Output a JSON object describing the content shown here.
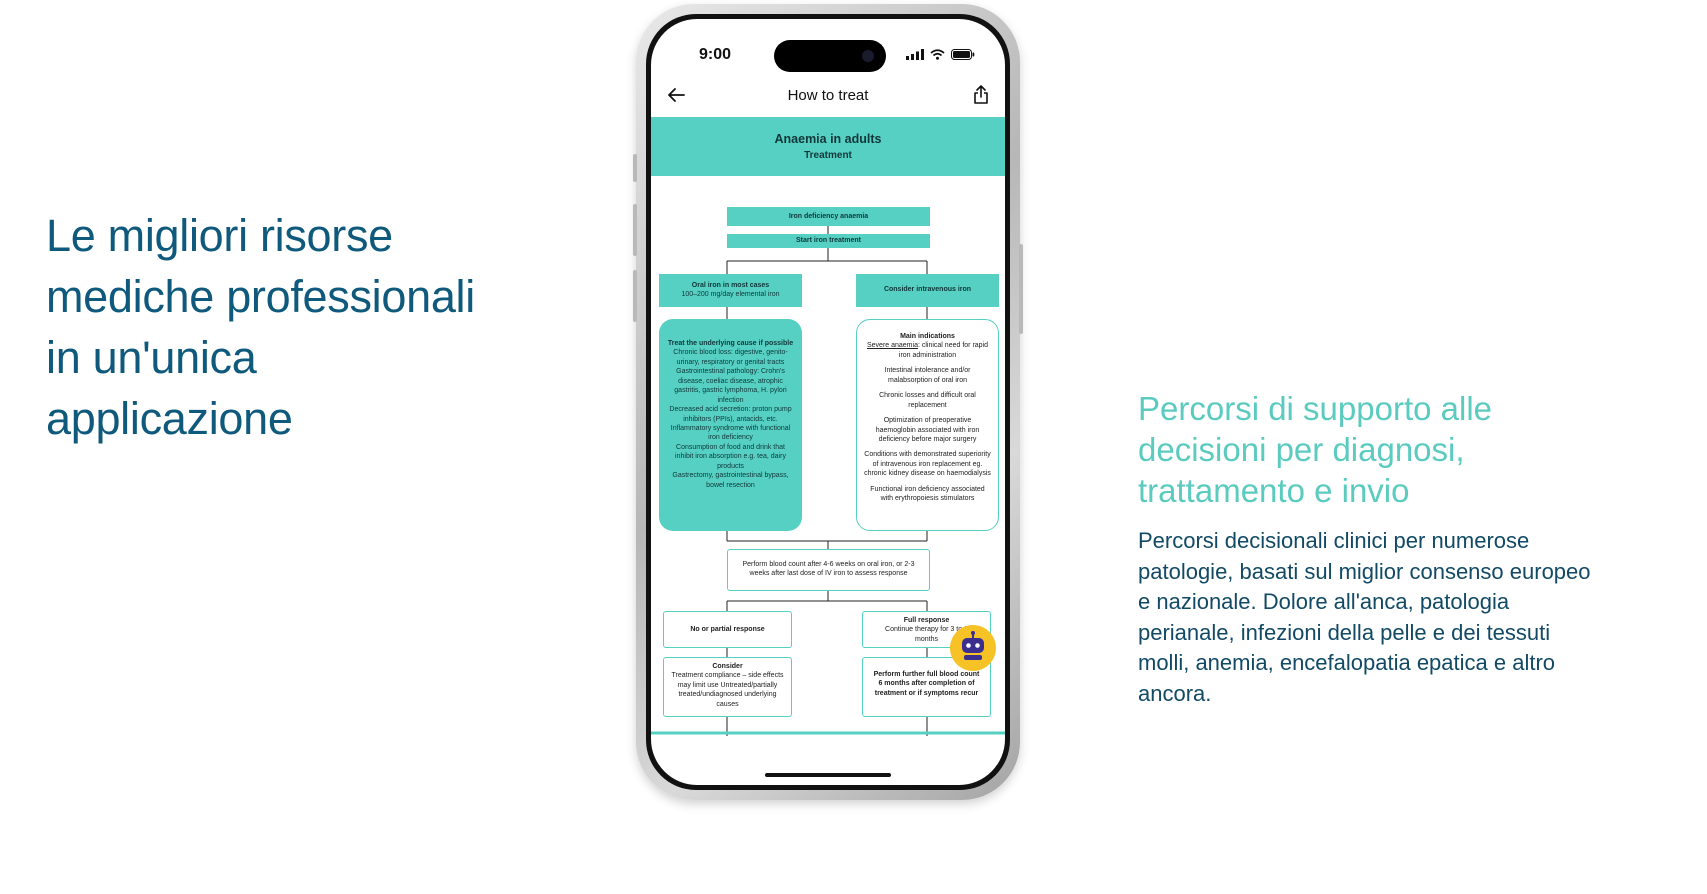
{
  "headline": "Le migliori risorse mediche professionali in un'unica applicazione",
  "subheadline": "Percorsi di supporto alle decisioni per diagnosi, trattamento e invio",
  "body_text": "Percorsi decisionali clinici per numerose patologie, basati sul miglior consenso europeo e nazionale. Dolore all'anca, patologia perianale, infezioni della pelle e dei tessuti molli, anemia, encefalopatia epatica e altro ancora.",
  "phone": {
    "status_time": "9:00",
    "nav_title": "How to treat",
    "banner_title": "Anaemia in adults",
    "banner_subtitle": "Treatment",
    "flow": {
      "iron_deficiency": "Iron deficiency anaemia",
      "start_treatment": "Start iron treatment",
      "oral_title": "Oral iron in most cases",
      "oral_dose": "100–200 mg/day elemental iron",
      "iv_title": "Consider intravenous iron",
      "cause_title": "Treat the underlying cause if possible",
      "cause_items": [
        "Chronic blood loss:  digestive, genito-urinary, respiratory or genital tracts",
        "Gastrointestinal pathology: Crohn's disease, coeliac disease, atrophic gastritis, gastric lymphoma, H. pylori infection",
        "Decreased acid secretion: proton pump inhibitors (PPIs), antacids, etc.",
        "Inflammatory syndrome with functional iron deficiency",
        "Consumption of food and drink that inhibit iron absorption e.g. tea, dairy products",
        "Gastrectomy, gastrointestinal bypass, bowel resection"
      ],
      "indications_title": "Main indications",
      "severe_label": "Severe anaemia",
      "severe_text": ": clinical need for rapid iron administration",
      "indications": [
        "Intestinal intolerance and/or malabsorption of oral iron",
        "Chronic losses and difficult oral replacement",
        "Optimization of preoperative haemoglobin associated with iron deficiency before major surgery",
        "Conditions with demonstrated superiority of intravenous iron replacement eg. chronic kidney disease on haemodialysis",
        "Functional iron deficiency associated with erythropoiesis stimulators"
      ],
      "blood_count": "Perform blood count after 4-6 weeks on oral iron, or 2-3 weeks after last dose of IV iron to assess response",
      "partial_response": "No or partial response",
      "full_response_title": "Full response",
      "full_response_text": "Continue therapy for 3 to 6 months",
      "consider_title": "Consider",
      "consider_text": "Treatment compliance – side effects may limit use Untreated/partially treated/undiagnosed underlying causes",
      "further_count": "Perform further full blood count 6 months after completion of treatment or if symptoms recur"
    }
  },
  "colors": {
    "headline": "#0f5a7c",
    "subheadline": "#5ccbbf",
    "body": "#124a66",
    "teal": "#56d0c3",
    "assistant_badge": "#f6c226"
  },
  "icons": {
    "back": "arrow-left-icon",
    "share": "share-icon",
    "assistant": "robot-icon"
  }
}
